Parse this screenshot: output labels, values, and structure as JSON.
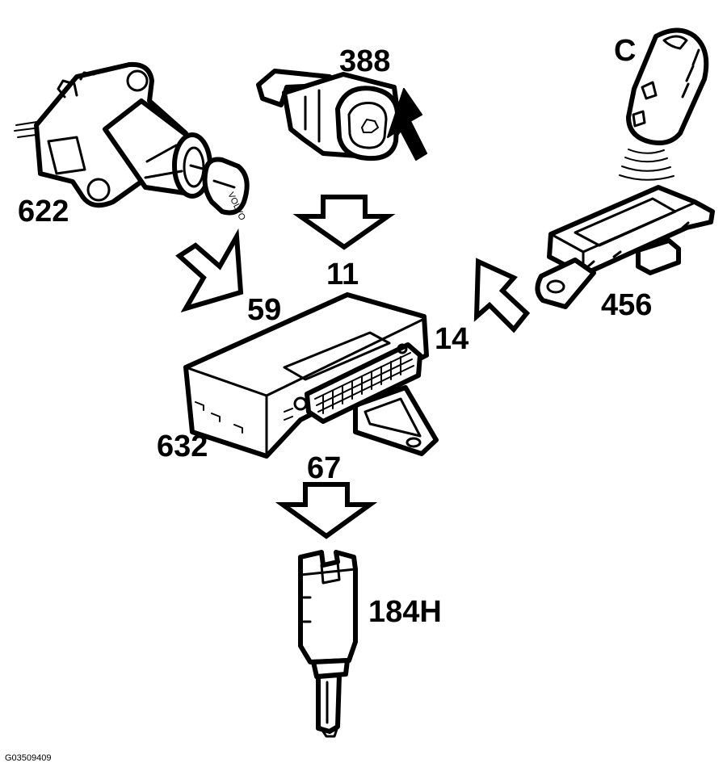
{
  "labels": {
    "ignition_lock": "622",
    "start_button": "388",
    "key_fob": "C",
    "antenna_module": "456",
    "control_module": "632",
    "signal_11": "11",
    "signal_59": "59",
    "signal_14": "14",
    "signal_67": "67",
    "switch": "184H"
  },
  "footer": {
    "figure_id": "G03509409"
  }
}
